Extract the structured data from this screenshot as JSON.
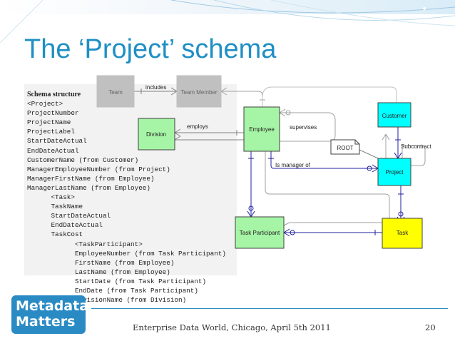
{
  "slide": {
    "title": "The ‘Project’ schema",
    "footer": "Enterprise Data World, Chicago, April 5th 2011",
    "page_number": "20",
    "logo_line1": "Metadata",
    "logo_line2": "Matters"
  },
  "schema_structure": {
    "heading": "Schema structure",
    "lines": [
      "<Project>",
      "ProjectNumber",
      "ProjectName",
      "ProjectLabel",
      "StartDateActual",
      "EndDateActual",
      "CustomerName (from Customer)",
      "ManagerEmployeeNumber (from Project)",
      "ManagerFirstName (from Employee)",
      "ManagerLastName (from Employee)",
      "      <Task>",
      "      TaskName",
      "      StartDateActual",
      "      EndDateActual",
      "      TaskCost",
      "            <TaskParticipant>",
      "            EmployeeNumber (from Task Participant)",
      "            FirstName (from Employee)",
      "            LastName (from Employee)",
      "            StartDate (from Task Participant)",
      "            EndDate (from Task Participant)",
      "            DivisionName (from Division)"
    ]
  },
  "diagram": {
    "entities": {
      "team": "Team",
      "team_member": "Team Member",
      "division": "Division",
      "employee": "Employee",
      "customer": "Customer",
      "project": "Project",
      "task_participant": "Task Participant",
      "task": "Task",
      "root": "ROOT"
    },
    "relationships": {
      "includes": "includes",
      "employs": "employs",
      "supervises": "supervises",
      "is_manager_of": "Is manager of",
      "subcontract": "Subcontract"
    },
    "colors": {
      "green": "#a6f5a6",
      "cyan": "#00ffff",
      "yellow": "#ffff00",
      "grey": "#c0c0c0",
      "navy": "#1f1fa0"
    }
  }
}
